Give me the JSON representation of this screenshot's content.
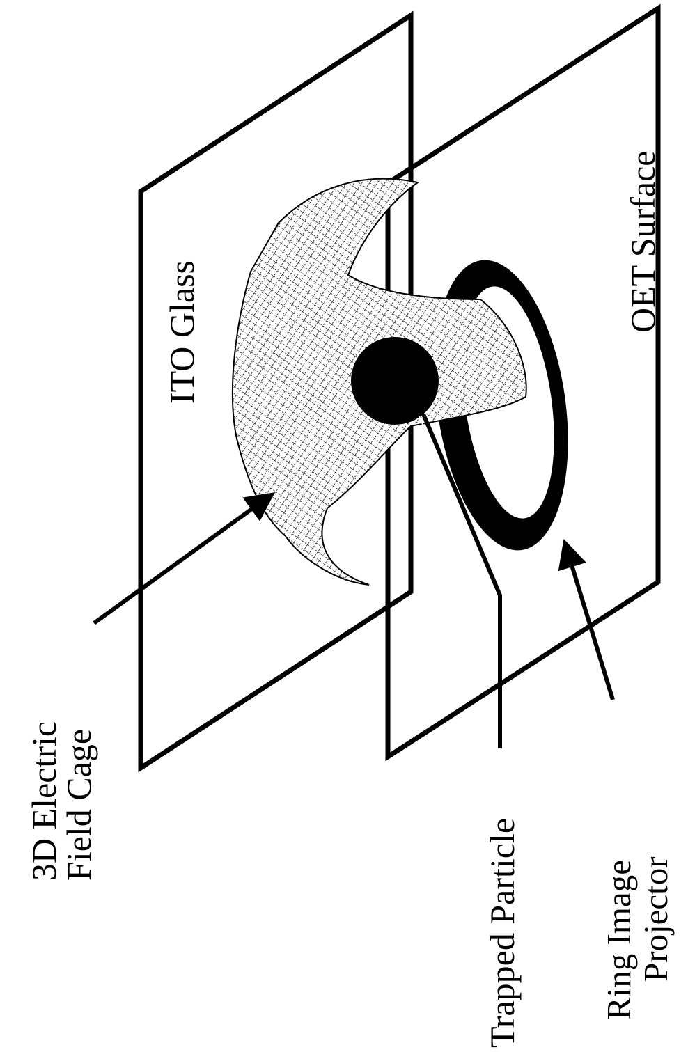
{
  "labels": {
    "ito_glass": "ITO Glass",
    "oet_surface": "OET Surface",
    "cage_line1": "3D Electric",
    "cage_line2": "Field Cage",
    "trapped_particle": "Trapped Particle",
    "projector_line1": "Ring Image",
    "projector_line2": "Projector"
  }
}
